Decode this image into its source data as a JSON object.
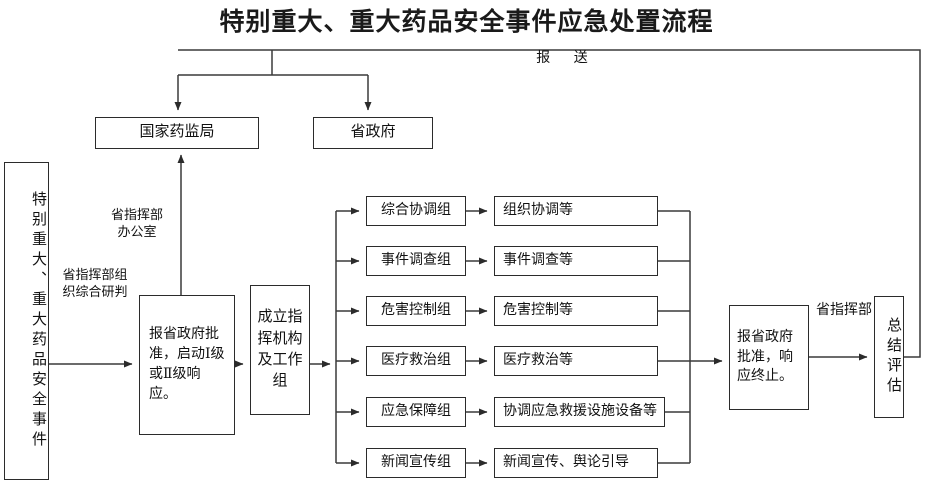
{
  "page": {
    "title": "特别重大、重大药品安全事件应急处置流程",
    "line_color": "#3a3a3a",
    "border_color": "#2b2b2b",
    "background": "#ffffff"
  },
  "nodes": {
    "event_source": "特别重大、重大药品安全事件",
    "nmpa": "国家药监局",
    "provincial_government": "省政府",
    "approve_start": "报省政府批准，启动Ⅰ级或Ⅱ级响应。",
    "setup_organization": "成立指挥机构及工作组",
    "approve_end": "报省政府批准，响应终止。",
    "summary_evaluation": "总结评估"
  },
  "labels": {
    "report_submit": "报 送",
    "provincial_command_office": "省指挥部\n办公室",
    "provincial_command_research": "省指挥部组\n织综合研判",
    "provincial_command": "省指挥部"
  },
  "workgroups": [
    {
      "group": "综合协调组",
      "duty": "组织协调等"
    },
    {
      "group": "事件调查组",
      "duty": "事件调查等"
    },
    {
      "group": "危害控制组",
      "duty": "危害控制等"
    },
    {
      "group": "医疗救治组",
      "duty": "医疗救治等"
    },
    {
      "group": "应急保障组",
      "duty": "协调应急救援设施设备等"
    },
    {
      "group": "新闻宣传组",
      "duty": "新闻宣传、舆论引导"
    }
  ]
}
